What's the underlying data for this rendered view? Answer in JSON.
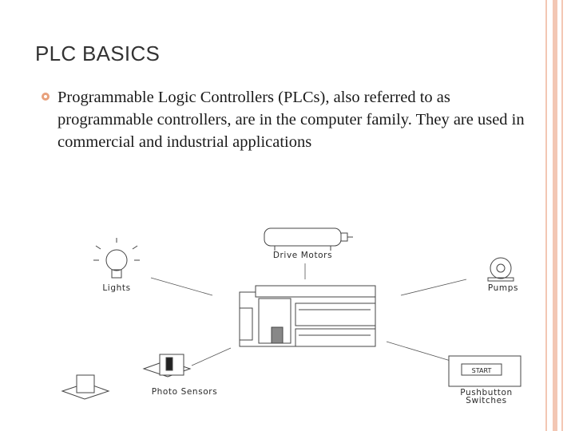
{
  "slide": {
    "title": "PLC BASICS",
    "bullets": [
      "Programmable Logic Controllers (PLCs), also referred to as programmable controllers, are in the computer family. They are used in commercial and industrial applications"
    ]
  },
  "diagram": {
    "labels": {
      "drive_motors": "Drive Motors",
      "lights": "Lights",
      "pumps": "Pumps",
      "photo_sensors": "Photo Sensors",
      "pushbutton_1": "Pushbutton",
      "pushbutton_2": "Switches",
      "start_button": "START"
    }
  },
  "colors": {
    "accent_border": "#f3c7b4",
    "bullet": "#e8a17c"
  }
}
